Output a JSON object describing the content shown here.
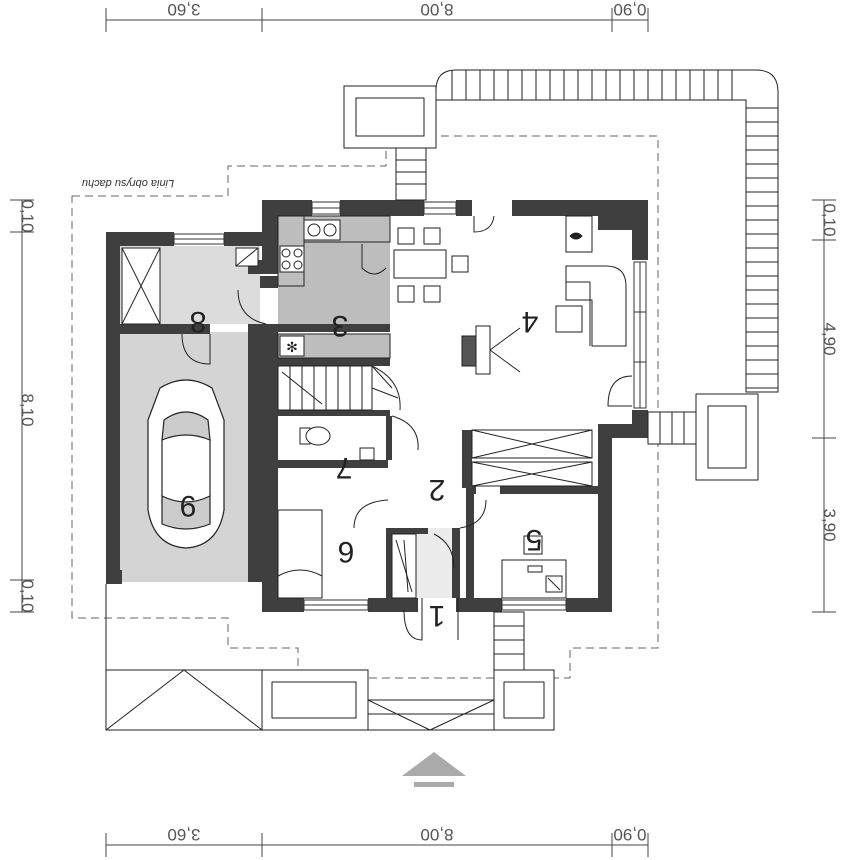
{
  "dimensions": {
    "top": [
      "3,60",
      "8,00",
      "0,90"
    ],
    "bottom": [
      "3,60",
      "8,00",
      "0,90"
    ],
    "left": [
      "0,10",
      "8,10",
      "0,10"
    ],
    "right": [
      "0,10",
      "4,90",
      "3,90"
    ]
  },
  "roof_outline_label": "Linia obrysu dachu",
  "rooms": [
    "1",
    "2",
    "3",
    "4",
    "5",
    "6",
    "7",
    "8",
    "9"
  ],
  "colors": {
    "wall": "#3f3f3f",
    "garage_floor": "#d4d4d4",
    "kitchen_floor": "#bdbdbd",
    "entry_floor": "#ececec"
  }
}
